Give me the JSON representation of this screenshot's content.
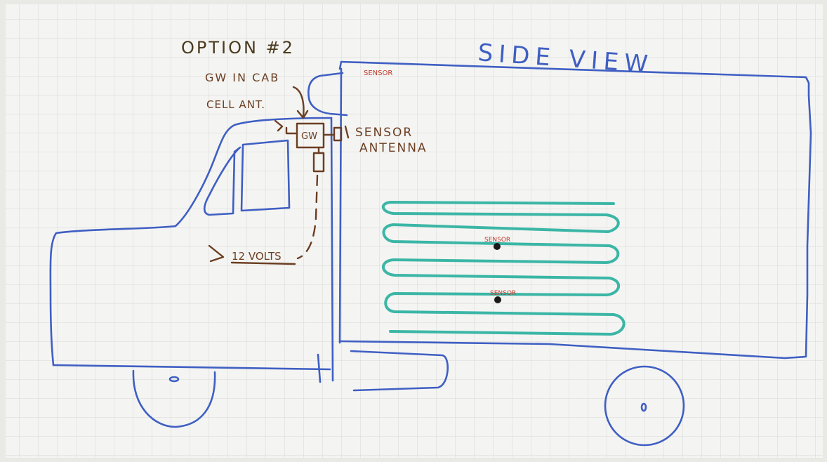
{
  "labels": {
    "title_left": "OPTION #2",
    "title_right": "SIDE VIEW",
    "gw_in_cab": "GW IN CAB",
    "cell_ant": "CELL ANT.",
    "gw_box": "GW",
    "sensor_antenna_line1": "SENSOR",
    "sensor_antenna_line2": "ANTENNA",
    "twelve_volts": "12 VOLTS",
    "sensor_top": "SENSOR",
    "sensor_mid1": "SENSOR",
    "sensor_mid2": "SENSOR"
  },
  "colors": {
    "board": "#f4f4f2",
    "grid": "#d9dad8",
    "blue_marker": "#3f5fc3",
    "brown_marker": "#6b3e22",
    "teal_marker": "#3bb6a6",
    "red_marker": "#c0392b",
    "dot": "#1a1a1a"
  }
}
